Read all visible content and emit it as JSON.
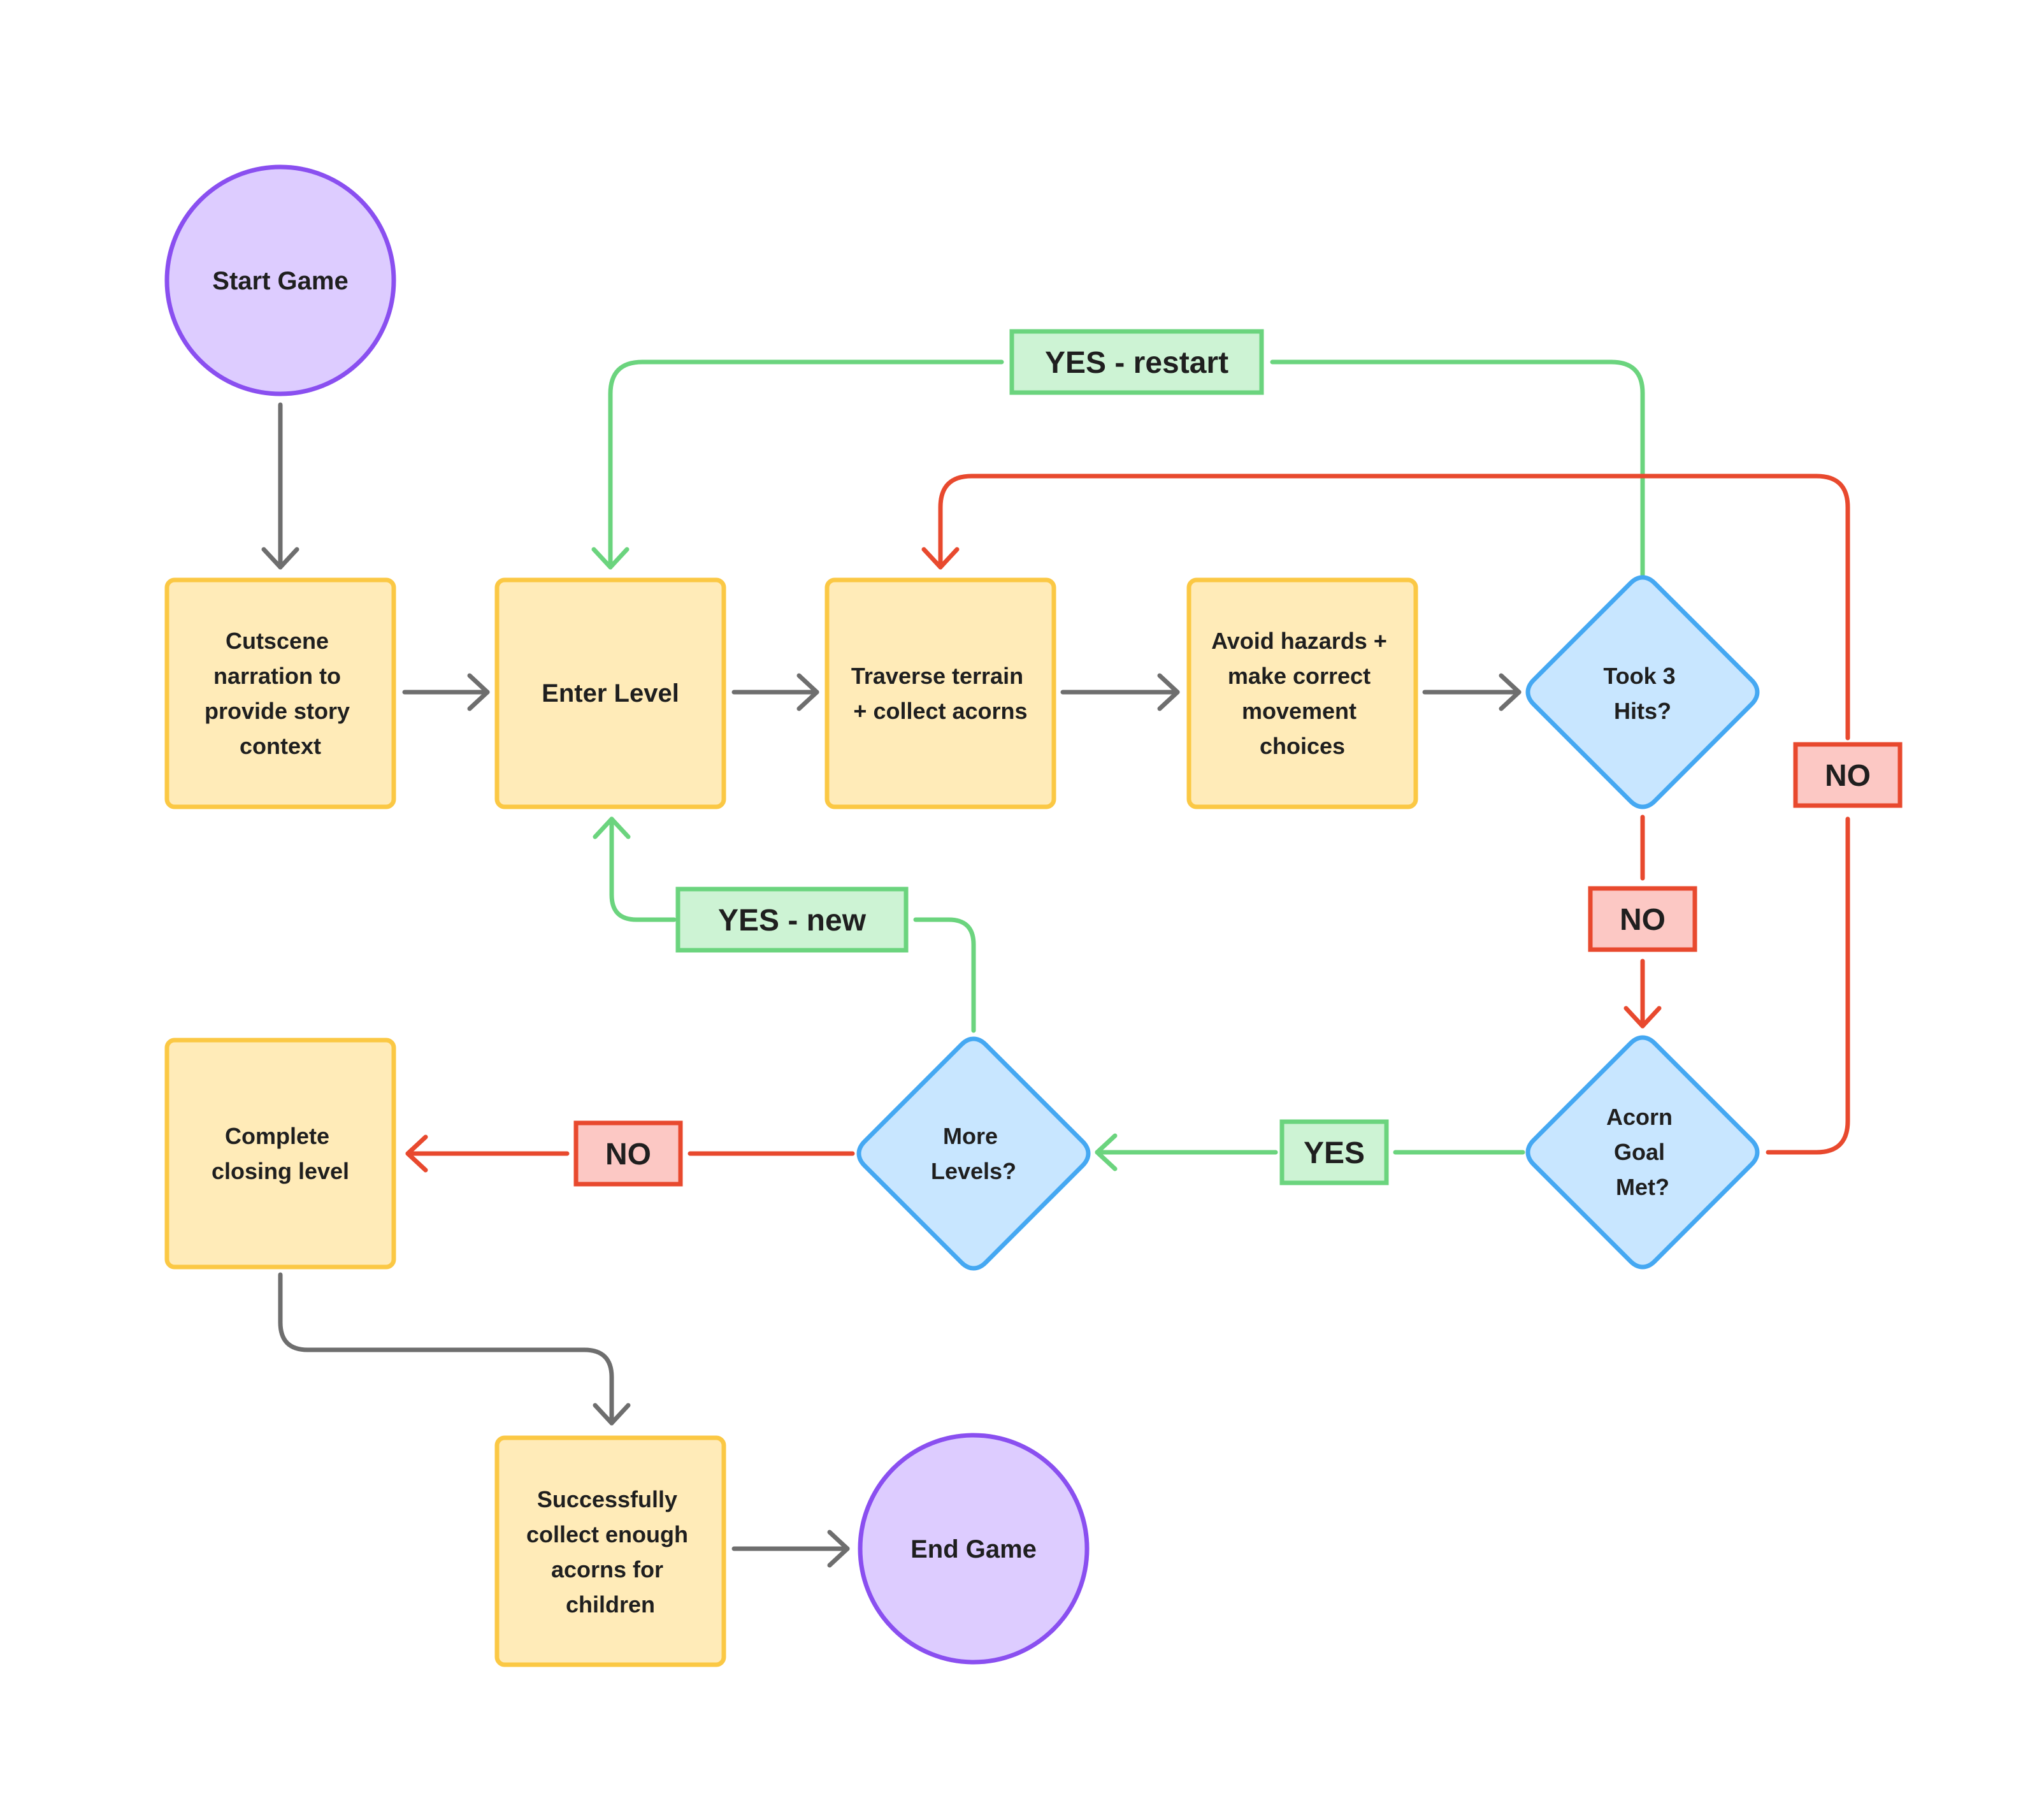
{
  "colors": {
    "terminal_fill": "#DDCCFF",
    "terminal_stroke": "#8A4FF0",
    "process_fill": "#FFEBB8",
    "process_stroke": "#FBC844",
    "decision_fill": "#C8E6FF",
    "decision_stroke": "#45A8F2",
    "yes_fill": "#CDF3D4",
    "yes_stroke": "#6BD47E",
    "no_fill": "#FCC8C4",
    "no_stroke": "#E8492E",
    "neutral_stroke": "#6E6E6E"
  },
  "nodes": {
    "start": {
      "lines": [
        "Start Game"
      ]
    },
    "cutscene": {
      "lines": [
        "Cutscene",
        "narration to",
        "provide story",
        "context"
      ]
    },
    "enter_level": {
      "lines": [
        "Enter Level"
      ]
    },
    "traverse": {
      "lines": [
        "Traverse terrain",
        "+ collect acorns"
      ]
    },
    "avoid": {
      "lines": [
        "Avoid hazards +",
        "make correct",
        "movement",
        "choices"
      ]
    },
    "took_hits": {
      "lines": [
        "Took 3",
        "Hits?"
      ]
    },
    "acorn_goal": {
      "lines": [
        "Acorn",
        "Goal",
        "Met?"
      ]
    },
    "more_levels": {
      "lines": [
        "More",
        "Levels?"
      ]
    },
    "complete_closing": {
      "lines": [
        "Complete",
        "closing level"
      ]
    },
    "collect_enough": {
      "lines": [
        "Successfully",
        "collect enough",
        "acorns for",
        "children"
      ]
    },
    "end": {
      "lines": [
        "End Game"
      ]
    }
  },
  "edge_labels": {
    "yes_restart": "YES - restart",
    "no_right": "NO",
    "no_hits": "NO",
    "yes_new": "YES - new",
    "yes_goal": "YES",
    "no_levels": "NO"
  }
}
